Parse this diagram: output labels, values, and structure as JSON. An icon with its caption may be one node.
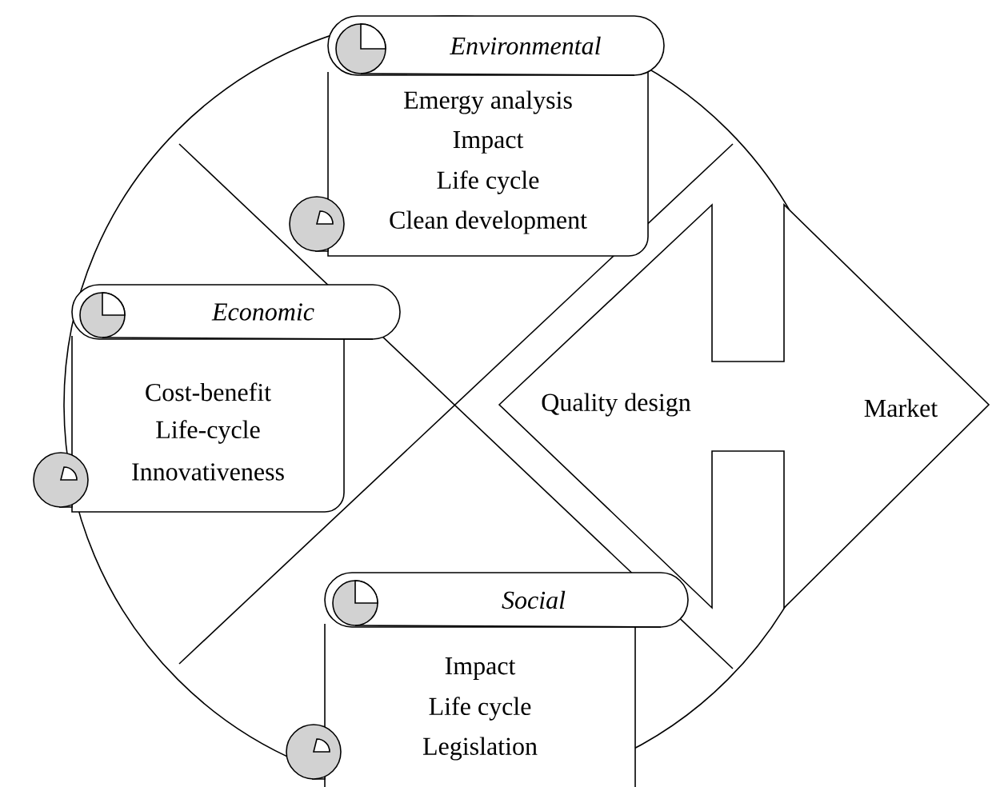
{
  "diagram": {
    "nodes": [
      {
        "text": [
          "Environmental",
          "Emergy analysis",
          "Impact",
          "Life cycle",
          "Clean development"
        ]
      },
      {
        "text": [
          "Economic",
          "Cost-benefit",
          "Life-cycle",
          "Innovativeness"
        ]
      },
      {
        "text": [
          "Social",
          "Impact",
          "Life cycle",
          "Legislation"
        ]
      },
      {
        "text": [
          "Quality design",
          "Market"
        ]
      }
    ]
  }
}
